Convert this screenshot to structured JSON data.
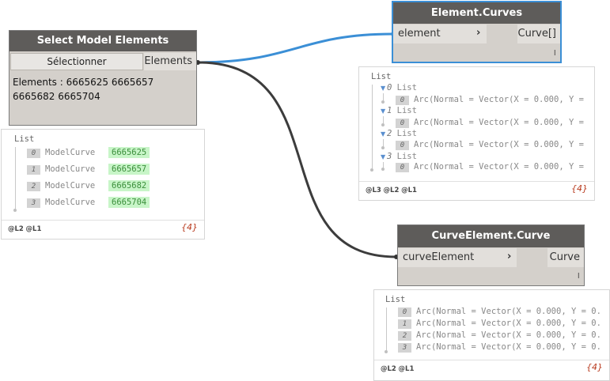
{
  "nodes": {
    "select": {
      "title": "Select Model Elements",
      "button_label": "Sélectionner",
      "output_port": "Elements",
      "info_line1": "Elements : 6665625 6665657",
      "info_line2": "6665682 6665704"
    },
    "element_curves": {
      "title": "Element.Curves",
      "input_port": "element",
      "output_port": "Curve[]",
      "lacing": "l"
    },
    "curve_element_curve": {
      "title": "CurveElement.Curve",
      "input_port": "curveElement",
      "output_port": "Curve",
      "lacing": "l"
    }
  },
  "previews": {
    "select": {
      "header": "List",
      "items": [
        {
          "index": "0",
          "type": "ModelCurve",
          "value": "6665625"
        },
        {
          "index": "1",
          "type": "ModelCurve",
          "value": "6665657"
        },
        {
          "index": "2",
          "type": "ModelCurve",
          "value": "6665682"
        },
        {
          "index": "3",
          "type": "ModelCurve",
          "value": "6665704"
        }
      ],
      "levels": [
        "@L2",
        "@L1"
      ],
      "count": "{4}"
    },
    "element_curves": {
      "header": "List",
      "groups": [
        {
          "index": "0",
          "label": "List",
          "sub_index": "0",
          "value": "Arc(Normal = Vector(X = 0.000, Y ="
        },
        {
          "index": "1",
          "label": "List",
          "sub_index": "0",
          "value": "Arc(Normal = Vector(X = 0.000, Y ="
        },
        {
          "index": "2",
          "label": "List",
          "sub_index": "0",
          "value": "Arc(Normal = Vector(X = 0.000, Y ="
        },
        {
          "index": "3",
          "label": "List",
          "sub_index": "0",
          "value": "Arc(Normal = Vector(X = 0.000, Y ="
        }
      ],
      "levels": [
        "@L3",
        "@L2",
        "@L1"
      ],
      "count": "{4}"
    },
    "curve_element_curve": {
      "header": "List",
      "items": [
        {
          "index": "0",
          "value": "Arc(Normal = Vector(X = 0.000, Y = 0."
        },
        {
          "index": "1",
          "value": "Arc(Normal = Vector(X = 0.000, Y = 0."
        },
        {
          "index": "2",
          "value": "Arc(Normal = Vector(X = 0.000, Y = 0."
        },
        {
          "index": "3",
          "value": "Arc(Normal = Vector(X = 0.000, Y = 0."
        }
      ],
      "levels": [
        "@L2",
        "@L1"
      ],
      "count": "{4}"
    }
  },
  "colors": {
    "wire_selected": "#3b8fd6",
    "wire_default": "#3c3c3c",
    "node_header": "#5e5c5a",
    "node_body": "#d4d0cb",
    "count_text": "#b83a1e",
    "value_highlight": "#c8f5c8"
  }
}
